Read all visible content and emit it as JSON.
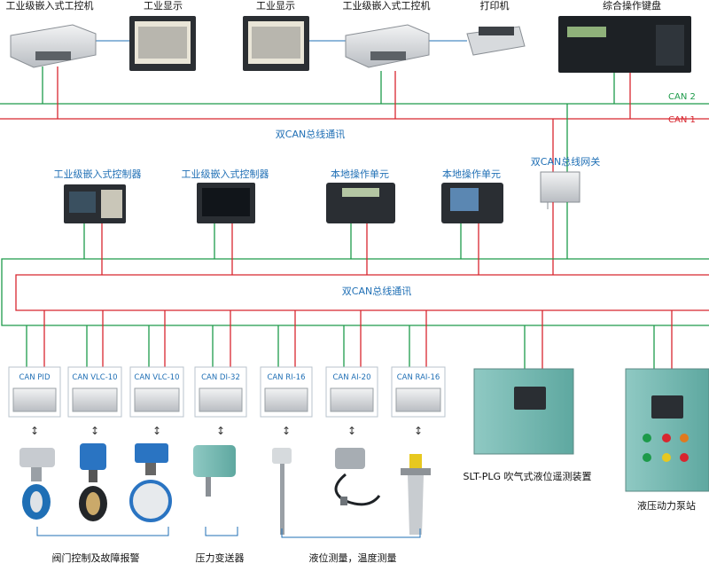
{
  "top_devices": {
    "ipc_1": "工业级嵌入式工控机",
    "display_1": "工业显示",
    "display_2": "工业显示",
    "ipc_2": "工业级嵌入式工控机",
    "printer": "打印机",
    "keyboard": "综合操作键盘"
  },
  "bus": {
    "can2": "CAN 2",
    "can1": "CAN 1",
    "upper_label": "双CAN总线通讯",
    "gateway": "双CAN总线网关",
    "lower_label": "双CAN总线通讯"
  },
  "mid_devices": {
    "ctrl_1": "工业级嵌入式控制器",
    "ctrl_2": "工业级嵌入式控制器",
    "local_1": "本地操作单元",
    "local_2": "本地操作单元"
  },
  "modules": [
    "CAN PID",
    "CAN VLC-10",
    "CAN VLC-10",
    "CAN DI-32",
    "CAN RI-16",
    "CAN AI-20",
    "CAN RAI-16"
  ],
  "equipment": {
    "slt": "SLT-PLG 吹气式液位遥测装置",
    "pump": "液压动力泵站"
  },
  "groups": {
    "valve": "阀门控制及故障报警",
    "pressure": "压力变送器",
    "level": "液位测量，温度测量"
  },
  "arrow_glyph": "↕",
  "colors": {
    "can_red": "#d8262f",
    "can_green": "#1d9a4a",
    "label_blue": "#1f6fb5"
  }
}
